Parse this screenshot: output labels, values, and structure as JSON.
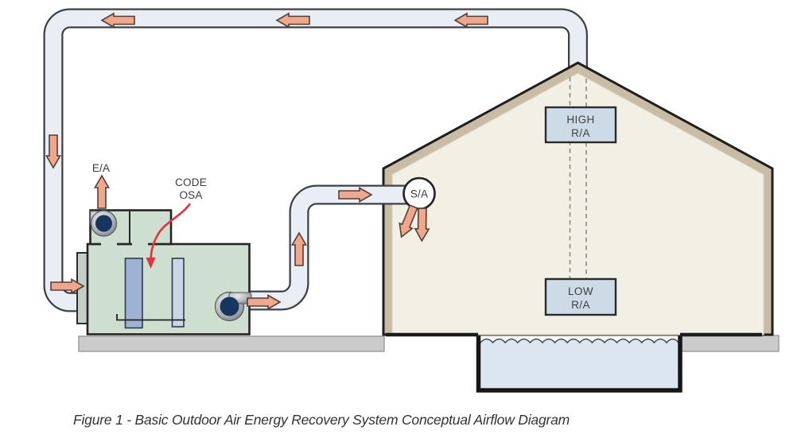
{
  "figure": {
    "caption": "Figure 1 - Basic Outdoor Air Energy Recovery System Conceptual Airflow Diagram"
  },
  "labels": {
    "exhaust_air": "E/A",
    "code_osa_line1": "CODE",
    "code_osa_line2": "OSA",
    "supply_air": "S/A",
    "high_return_line1": "HIGH",
    "high_return_line2": "R/A",
    "low_return_line1": "LOW",
    "low_return_line2": "R/A"
  },
  "airflow_arrows": [
    {
      "name": "return-duct-top-arrow-1",
      "direction": "left"
    },
    {
      "name": "return-duct-top-arrow-2",
      "direction": "left"
    },
    {
      "name": "return-duct-top-arrow-3",
      "direction": "left"
    },
    {
      "name": "return-duct-down-arrow",
      "direction": "down"
    },
    {
      "name": "return-into-ahu-arrow",
      "direction": "right"
    },
    {
      "name": "exhaust-air-arrow",
      "direction": "up"
    },
    {
      "name": "ahu-outlet-arrow",
      "direction": "right"
    },
    {
      "name": "supply-riser-arrow",
      "direction": "up"
    },
    {
      "name": "supply-to-building-arrow",
      "direction": "right"
    },
    {
      "name": "supply-diffuser-arrow-left",
      "direction": "down-left"
    },
    {
      "name": "supply-diffuser-arrow-right",
      "direction": "down"
    },
    {
      "name": "code-osa-pointer",
      "direction": "down-into-unit",
      "color": "#e13440"
    }
  ],
  "colors": {
    "duct_fill": "#e9eef4",
    "duct_stroke": "#3d4246",
    "arrow_fill": "#f1a78b",
    "arrow_stroke": "#4f4038",
    "ahu_green": "#cedecf",
    "ahu_connector": "#c3cfc6",
    "filter_dark_blue": "#9eb3d3",
    "filter_light_blue": "#c8d6e6",
    "fan_navy": "#17365f",
    "fan_silver": "#b5b9bd",
    "building_interior": "#f2f0e4",
    "roof_tan": "#c8bca4",
    "grille_box_blue": "#cddbe7",
    "pool_water": "#dbe6f1",
    "ground_gray": "#cbcbcb",
    "outline_dark": "#1f1f1f",
    "pointer_red": "#e13440",
    "text_gray": "#3a3a3a"
  }
}
